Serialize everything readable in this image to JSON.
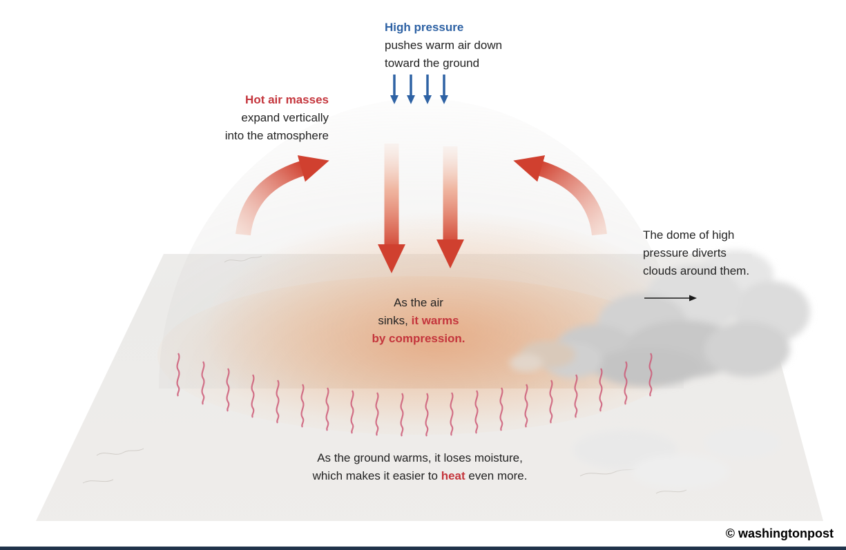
{
  "colors": {
    "high_pressure_blue": "#2e62a4",
    "emphasis_red": "#c4353c",
    "arrow_red": "#d0402f",
    "heat_wave_pink": "#cd5b78",
    "dome_glow_orange": "#e7925c",
    "cloud_gray": "#cfcfcf",
    "ground_gray": "#eeedec"
  },
  "labels": {
    "high_pressure": {
      "title": "High pressure",
      "line1": "pushes warm air down",
      "line2": "toward the ground"
    },
    "hot_air": {
      "title": "Hot air masses",
      "line1": "expand vertically",
      "line2": "into the atmosphere"
    },
    "sinking": {
      "line1": "As the air",
      "line2_start": "sinks, ",
      "line2_em": "it warms",
      "line3_em": "by compression."
    },
    "cloud_note": {
      "line1": "The dome of high",
      "line2": "pressure diverts",
      "line3": "clouds around them."
    },
    "ground_note": {
      "line1": "As the ground warms, it loses moisture,",
      "line2_start": "which makes it easier to ",
      "line2_em": "heat",
      "line2_end": " even more."
    },
    "credit": "© washingtonpost"
  }
}
